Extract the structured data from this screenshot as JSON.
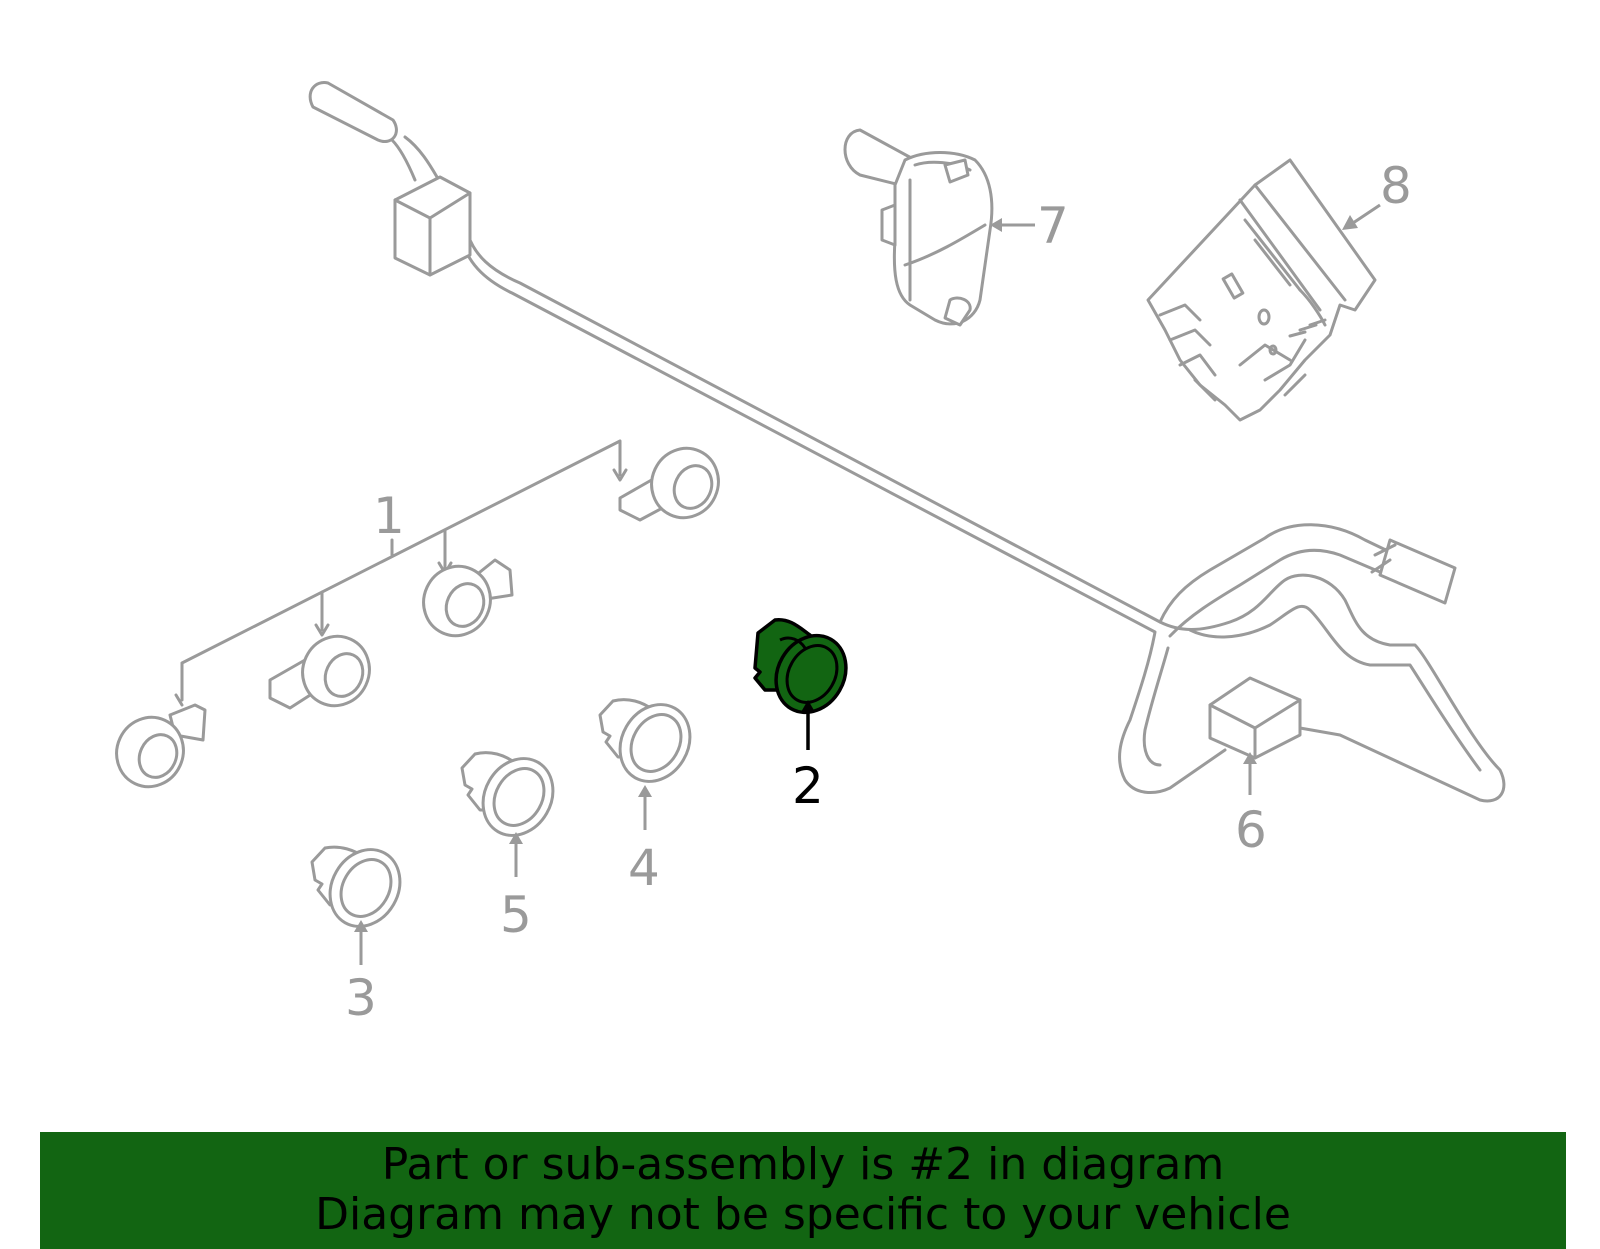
{
  "diagram": {
    "callouts": [
      {
        "id": "1",
        "label": "1"
      },
      {
        "id": "2",
        "label": "2",
        "highlighted": true
      },
      {
        "id": "3",
        "label": "3"
      },
      {
        "id": "4",
        "label": "4"
      },
      {
        "id": "5",
        "label": "5"
      },
      {
        "id": "6",
        "label": "6"
      },
      {
        "id": "7",
        "label": "7"
      },
      {
        "id": "8",
        "label": "8"
      }
    ],
    "colors": {
      "outline": "#9a9a9a",
      "highlight_fill": "#126512",
      "highlight_stroke": "#000000",
      "banner_bg": "#126512"
    }
  },
  "banner": {
    "line1": "Part or sub-assembly is #2 in diagram",
    "line2": "Diagram may not be specific to your vehicle"
  }
}
